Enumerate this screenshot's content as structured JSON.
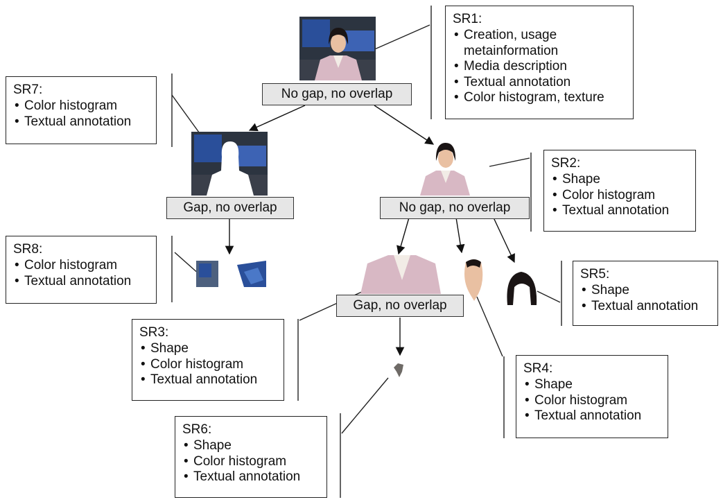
{
  "segments": {
    "sr1": {
      "title": "SR1:",
      "items": [
        "Creation, usage metainformation",
        "Media description",
        "Textual annotation",
        "Color histogram, texture"
      ]
    },
    "sr2": {
      "title": "SR2:",
      "items": [
        "Shape",
        "Color histogram",
        "Textual annotation"
      ]
    },
    "sr3": {
      "title": "SR3:",
      "items": [
        "Shape",
        "Color histogram",
        "Textual annotation"
      ]
    },
    "sr4": {
      "title": "SR4:",
      "items": [
        "Shape",
        "Color histogram",
        "Textual annotation"
      ]
    },
    "sr5": {
      "title": "SR5:",
      "items": [
        "Shape",
        "Textual annotation"
      ]
    },
    "sr6": {
      "title": "SR6:",
      "items": [
        "Shape",
        "Color histogram",
        "Textual annotation"
      ]
    },
    "sr7": {
      "title": "SR7:",
      "items": [
        "Color histogram",
        "Textual annotation"
      ]
    },
    "sr8": {
      "title": "SR8:",
      "items": [
        "Color histogram",
        "Textual annotation"
      ]
    }
  },
  "decompositions": {
    "root": "No gap, no overlap",
    "background": "Gap, no overlap",
    "person": "No gap, no overlap",
    "body": "Gap, no overlap"
  },
  "colors": {
    "label_fill": "#e6e6e6",
    "line": "#222222",
    "studio_blue": "#2a4f9a",
    "studio_dark": "#2c3440",
    "jacket": "#d8b8c4",
    "skin": "#e9c0a2",
    "hair": "#1a1414"
  }
}
